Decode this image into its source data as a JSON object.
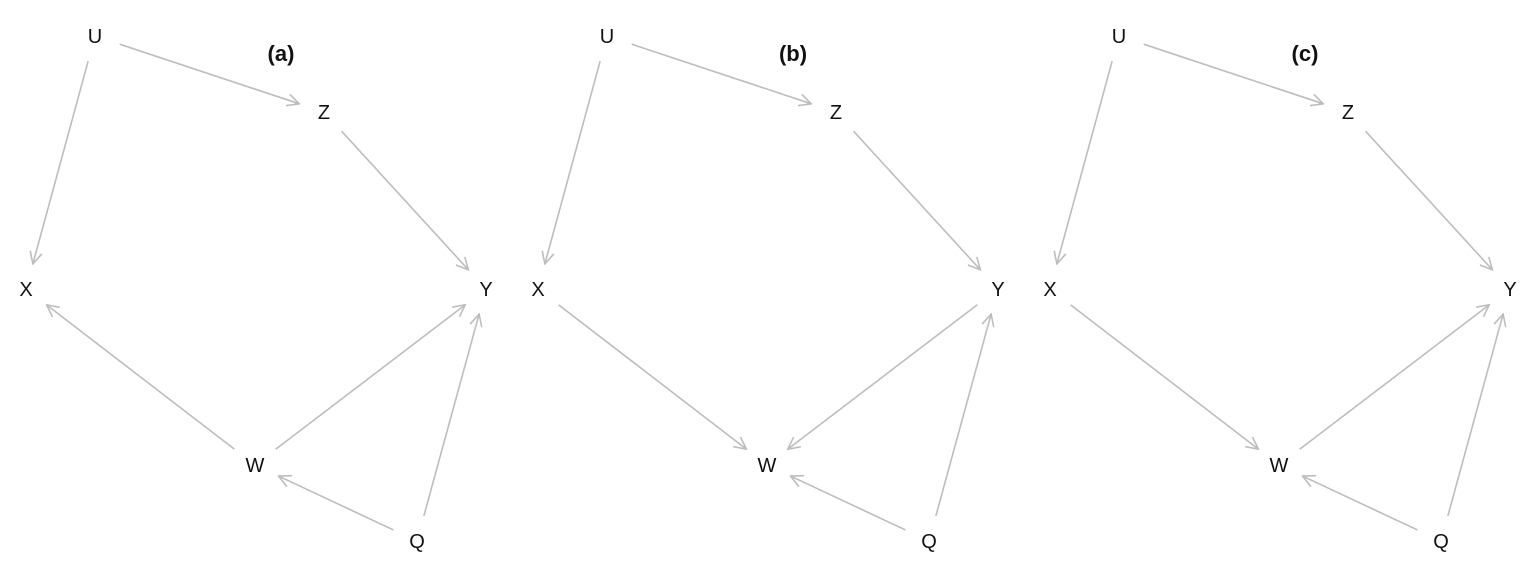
{
  "colors": {
    "edge": "#bdbdbd",
    "text": "#111111",
    "background": "#ffffff"
  },
  "panels": [
    {
      "title": "(a)",
      "nodes": [
        {
          "id": "U",
          "label": "U"
        },
        {
          "id": "Z",
          "label": "Z"
        },
        {
          "id": "X",
          "label": "X"
        },
        {
          "id": "Y",
          "label": "Y"
        },
        {
          "id": "W",
          "label": "W"
        },
        {
          "id": "Q",
          "label": "Q"
        }
      ],
      "edges": [
        {
          "from": "U",
          "to": "Z"
        },
        {
          "from": "U",
          "to": "X"
        },
        {
          "from": "Z",
          "to": "Y"
        },
        {
          "from": "W",
          "to": "X"
        },
        {
          "from": "W",
          "to": "Y"
        },
        {
          "from": "Q",
          "to": "W"
        },
        {
          "from": "Q",
          "to": "Y"
        }
      ]
    },
    {
      "title": "(b)",
      "nodes": [
        {
          "id": "U",
          "label": "U"
        },
        {
          "id": "Z",
          "label": "Z"
        },
        {
          "id": "X",
          "label": "X"
        },
        {
          "id": "Y",
          "label": "Y"
        },
        {
          "id": "W",
          "label": "W"
        },
        {
          "id": "Q",
          "label": "Q"
        }
      ],
      "edges": [
        {
          "from": "U",
          "to": "Z"
        },
        {
          "from": "U",
          "to": "X"
        },
        {
          "from": "Z",
          "to": "Y"
        },
        {
          "from": "X",
          "to": "W"
        },
        {
          "from": "Y",
          "to": "W"
        },
        {
          "from": "Q",
          "to": "W"
        },
        {
          "from": "Q",
          "to": "Y"
        }
      ]
    },
    {
      "title": "(c)",
      "nodes": [
        {
          "id": "U",
          "label": "U"
        },
        {
          "id": "Z",
          "label": "Z"
        },
        {
          "id": "X",
          "label": "X"
        },
        {
          "id": "Y",
          "label": "Y"
        },
        {
          "id": "W",
          "label": "W"
        },
        {
          "id": "Q",
          "label": "Q"
        }
      ],
      "edges": [
        {
          "from": "U",
          "to": "Z"
        },
        {
          "from": "U",
          "to": "X"
        },
        {
          "from": "Z",
          "to": "Y"
        },
        {
          "from": "X",
          "to": "W"
        },
        {
          "from": "W",
          "to": "Y"
        },
        {
          "from": "Q",
          "to": "W"
        },
        {
          "from": "Q",
          "to": "Y"
        }
      ]
    }
  ]
}
